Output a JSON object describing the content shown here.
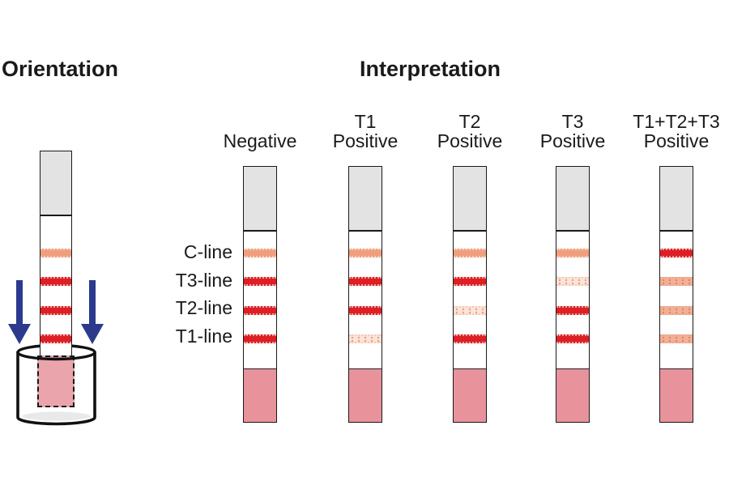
{
  "orientation": {
    "title": "Orientation",
    "strip_lines": [
      "control",
      "strong",
      "strong",
      "strong"
    ],
    "arrow_icons": [
      "down-arrow",
      "down-arrow"
    ]
  },
  "interpretation": {
    "title": "Interpretation",
    "row_labels": [
      "C-line",
      "T3-line",
      "T2-line",
      "T1-line"
    ],
    "columns": [
      {
        "header_lines": [
          "Negative"
        ],
        "lines": [
          "control",
          "strong",
          "strong",
          "strong"
        ]
      },
      {
        "header_lines": [
          "T1",
          "Positive"
        ],
        "lines": [
          "control",
          "strong",
          "strong",
          "faint"
        ]
      },
      {
        "header_lines": [
          "T2",
          "Positive"
        ],
        "lines": [
          "control",
          "strong",
          "faint",
          "strong"
        ]
      },
      {
        "header_lines": [
          "T3",
          "Positive"
        ],
        "lines": [
          "control",
          "faint",
          "strong",
          "strong"
        ]
      },
      {
        "header_lines": [
          "T1+T2+T3",
          "Positive"
        ],
        "lines": [
          "strong",
          "weak",
          "weak",
          "weak"
        ]
      }
    ]
  },
  "colors": {
    "control_line": "#EF9F7E",
    "control_line_edge": "#F7CDB9",
    "test_line_strong": "#DC2026",
    "test_line_strong_edge": "#F2A09B",
    "test_line_faint": "#FBE4DA",
    "test_line_faint_edge": "#F5C9B8",
    "test_line_faint_dot": "#ECA285",
    "test_line_weak": "#F3B097",
    "test_line_weak_edge": "#ECA78E",
    "test_line_weak_dot": "#DE8963",
    "top_pad_gray": "#E3E3E3",
    "bottom_pad_pink": "#E8939C",
    "cup_pad_pink": "#E9A4AC",
    "arrow_blue": "#2B3A8C",
    "outline_black": "#111111"
  }
}
